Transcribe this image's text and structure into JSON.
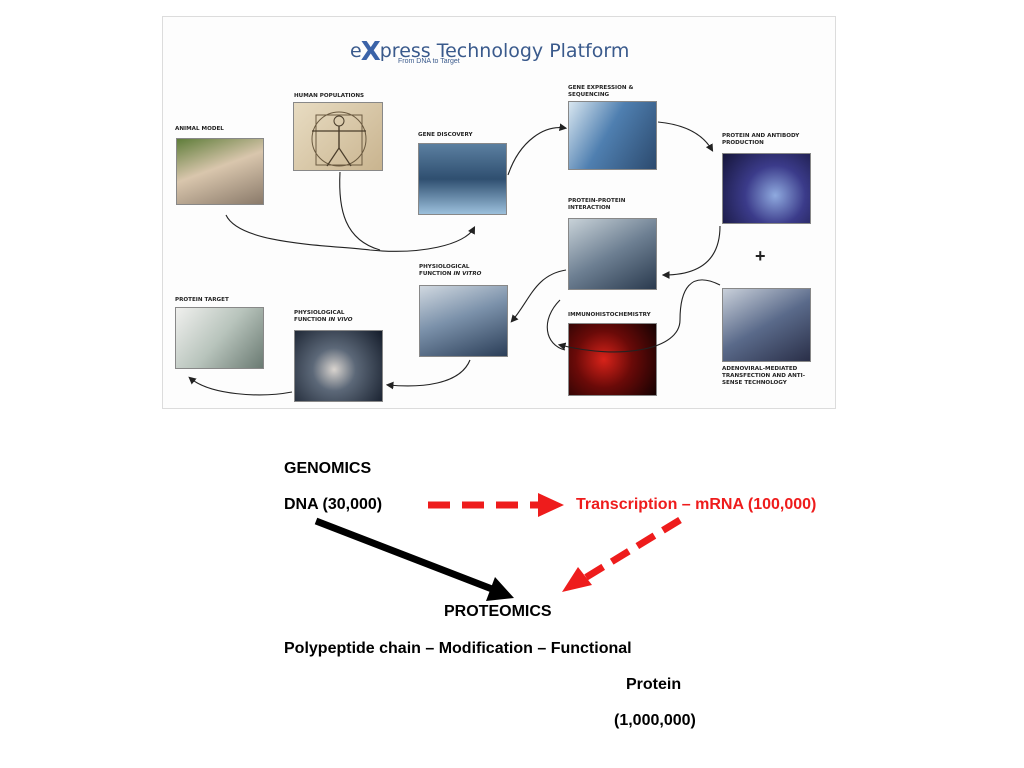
{
  "platform": {
    "title_prefix": "e",
    "title_x": "X",
    "title_rest": "press Technology Platform",
    "subtitle": "From DNA to Target",
    "nodes": {
      "human_populations": "HUMAN POPULATIONS",
      "animal_model": "ANIMAL MODEL",
      "gene_discovery": "GENE DISCOVERY",
      "gene_expression": "GENE EXPRESSION & SEQUENCING",
      "protein_antibody": "PROTEIN AND ANTIBODY PRODUCTION",
      "protein_protein": "PROTEIN-PROTEIN INTERACTION",
      "physiological_vitro_a": "PHYSIOLOGICAL",
      "physiological_vitro_b": "FUNCTION",
      "physiological_vitro_c": "IN VITRO",
      "immuno": "IMMUNOHISTOCHEMISTRY",
      "protein_target": "PROTEIN TARGET",
      "physiological_vivo_a": "PHYSIOLOGICAL",
      "physiological_vivo_b": "FUNCTION",
      "physiological_vivo_c": "IN VIVO",
      "adenoviral": "ADENOVIRAL-MEDIATED TRANSFECTION AND ANTI-SENSE TECHNOLOGY"
    },
    "plus": "+"
  },
  "flow": {
    "genomics": "GENOMICS",
    "dna": "DNA (30,000)",
    "transcription": "Transcription – mRNA (100,000)",
    "proteomics": "PROTEOMICS",
    "polypeptide": "Polypeptide chain – Modification – Functional",
    "protein": "Protein",
    "protein_count": "(1,000,000)"
  },
  "colors": {
    "accent_red": "#ee1c1c",
    "title_blue": "#3a5a8c"
  }
}
